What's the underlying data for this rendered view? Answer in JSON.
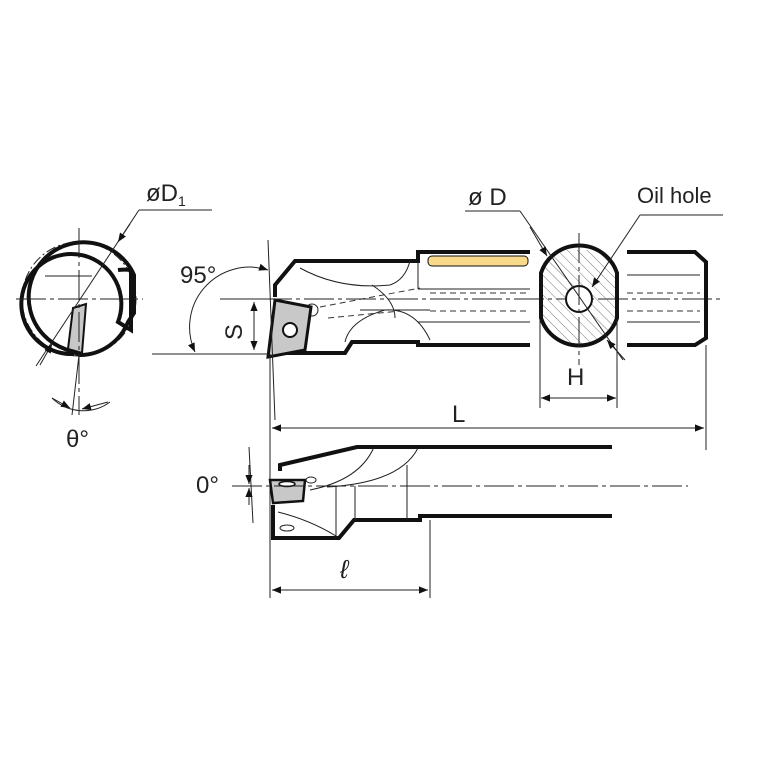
{
  "labels": {
    "d1": "øD",
    "d1_sub": "1",
    "theta": "θ°",
    "angle_95": "95°",
    "s": "S",
    "d": "ø D",
    "oil_hole": "Oil hole",
    "h": "H",
    "l_total": "L",
    "angle_0": "0°",
    "l_small": "ℓ"
  },
  "colors": {
    "line": "#111111",
    "insert_fill": "#c8c8c8",
    "strip_fill": "#f9d98a",
    "background": "#ffffff"
  }
}
